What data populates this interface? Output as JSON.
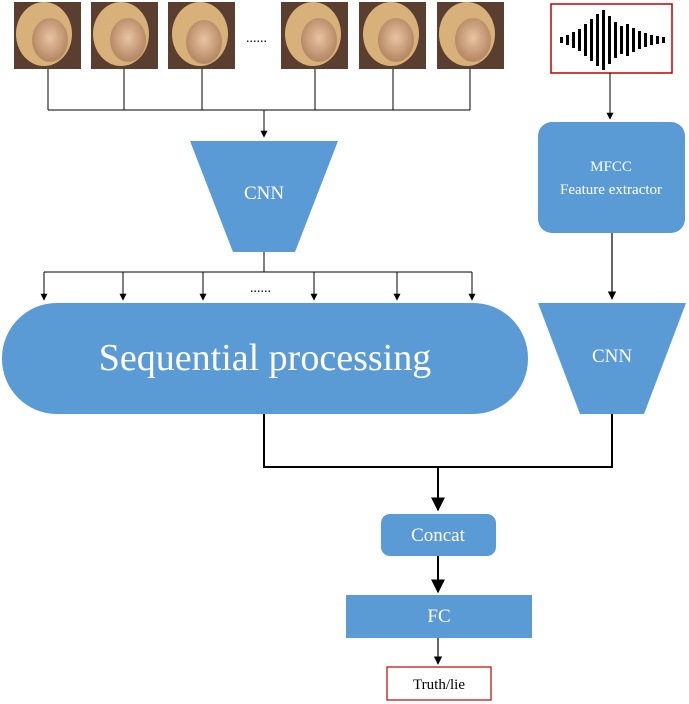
{
  "frames": {
    "count": 6,
    "ellipsis": "......"
  },
  "audio": {
    "icon": "audio-waveform-icon"
  },
  "video_cnn": {
    "label": "CNN"
  },
  "feature_points": {
    "count": 6,
    "ellipsis": "......"
  },
  "sequential": {
    "label": "Sequential processing"
  },
  "mfcc": {
    "line1": "MFCC",
    "line2": "Feature extractor"
  },
  "audio_cnn": {
    "label": "CNN"
  },
  "concat": {
    "label": "Concat"
  },
  "fc": {
    "label": "FC"
  },
  "output": {
    "label": "Truth/lie"
  },
  "colors": {
    "block": "#5b9bd5",
    "output_border": "#c00000",
    "audio_border": "#c00000",
    "wire": "#000000"
  }
}
